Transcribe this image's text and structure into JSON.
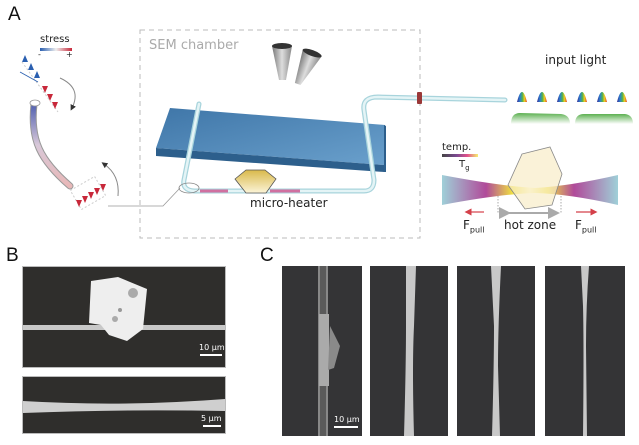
{
  "figure": {
    "panels": {
      "A": {
        "letter": "A",
        "stress_legend": {
          "title": "stress",
          "minus": "-",
          "plus": "+"
        },
        "chamber_label": "SEM chamber",
        "micro_heater_label": "micro-heater",
        "input_light_label": "input light",
        "temp_legend": {
          "title": "temp.",
          "marker": "T",
          "marker_sub": "g"
        },
        "hot_zone_label": "hot zone",
        "force_label": "F",
        "force_sub": "pull"
      },
      "B": {
        "letter": "B",
        "images": [
          {
            "scale_label": "10 µm"
          },
          {
            "scale_label": "5 µm"
          }
        ]
      },
      "C": {
        "letter": "C",
        "images": [
          {
            "scale_label": "10 µm"
          },
          {
            "scale_label": ""
          },
          {
            "scale_label": ""
          },
          {
            "scale_label": ""
          }
        ]
      }
    }
  },
  "colors": {
    "stress_negative": "#2a5fb0",
    "stress_positive": "#c8283a",
    "substrate": "#4f8bbd",
    "fiber": "#cfe8ee",
    "heater": "#e6cf74",
    "pull_arrow": "#d4404a",
    "sem_bg": "#2f2e2c"
  }
}
